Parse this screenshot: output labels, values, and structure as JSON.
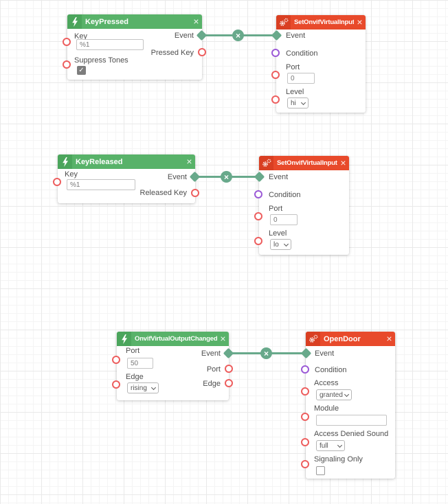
{
  "ui": {
    "close_glyph": "×",
    "delete_glyph": "×"
  },
  "colors": {
    "event_node_header": "#58B269",
    "event_node_icon_bg": "#4BA55C",
    "action_node_header": "#E84A2B",
    "action_node_icon_bg": "#D93F22",
    "connection": "#68A98B",
    "output_port": "#ED5E5E",
    "condition_port": "#9B59D6"
  },
  "nodes": [
    {
      "title": "KeyPressed",
      "kind": "event",
      "icon": "lightning-icon",
      "fields": {
        "key": {
          "label": "Key",
          "value": "%1"
        },
        "suppress_tones": {
          "label": "Suppress Tones",
          "checked": true
        }
      },
      "outputs": {
        "event": {
          "label": "Event",
          "connected": true
        },
        "pressed_key": {
          "label": "Pressed Key",
          "connected": false
        }
      }
    },
    {
      "title": "SetOnvifVirtualInput",
      "kind": "action",
      "icon": "gears-icon",
      "inputs": {
        "event": {
          "label": "Event",
          "connected": true
        },
        "condition": {
          "label": "Condition",
          "connected": false
        }
      },
      "fields": {
        "port": {
          "label": "Port",
          "value": "0"
        },
        "level": {
          "label": "Level",
          "value": "hi"
        }
      }
    },
    {
      "title": "KeyReleased",
      "kind": "event",
      "icon": "lightning-icon",
      "fields": {
        "key": {
          "label": "Key",
          "value": "%1"
        }
      },
      "outputs": {
        "event": {
          "label": "Event",
          "connected": true
        },
        "released_key": {
          "label": "Released Key",
          "connected": false
        }
      }
    },
    {
      "title": "SetOnvifVirtualInput",
      "kind": "action",
      "icon": "gears-icon",
      "inputs": {
        "event": {
          "label": "Event",
          "connected": true
        },
        "condition": {
          "label": "Condition",
          "connected": false
        }
      },
      "fields": {
        "port": {
          "label": "Port",
          "value": "0"
        },
        "level": {
          "label": "Level",
          "value": "lo"
        }
      }
    },
    {
      "title": "OnvifVirtualOutputChanged",
      "kind": "event",
      "icon": "lightning-icon",
      "fields": {
        "port": {
          "label": "Port",
          "value": "50"
        },
        "edge": {
          "label": "Edge",
          "value": "rising"
        }
      },
      "outputs": {
        "event": {
          "label": "Event",
          "connected": true
        },
        "port": {
          "label": "Port",
          "connected": false
        },
        "edge": {
          "label": "Edge",
          "connected": false
        }
      }
    },
    {
      "title": "OpenDoor",
      "kind": "action",
      "icon": "gears-icon",
      "inputs": {
        "event": {
          "label": "Event",
          "connected": true
        },
        "condition": {
          "label": "Condition",
          "connected": false
        }
      },
      "fields": {
        "access": {
          "label": "Access",
          "value": "granted"
        },
        "module": {
          "label": "Module",
          "value": ""
        },
        "access_denied_sound": {
          "label": "Access Denied Sound",
          "value": "full"
        },
        "signaling_only": {
          "label": "Signaling Only",
          "checked": false
        }
      }
    }
  ],
  "connections": [
    {
      "from": "KeyPressed.Event",
      "to": "SetOnvifVirtualInput.Event"
    },
    {
      "from": "KeyReleased.Event",
      "to": "SetOnvifVirtualInput.Event"
    },
    {
      "from": "OnvifVirtualOutputChanged.Event",
      "to": "OpenDoor.Event"
    }
  ]
}
